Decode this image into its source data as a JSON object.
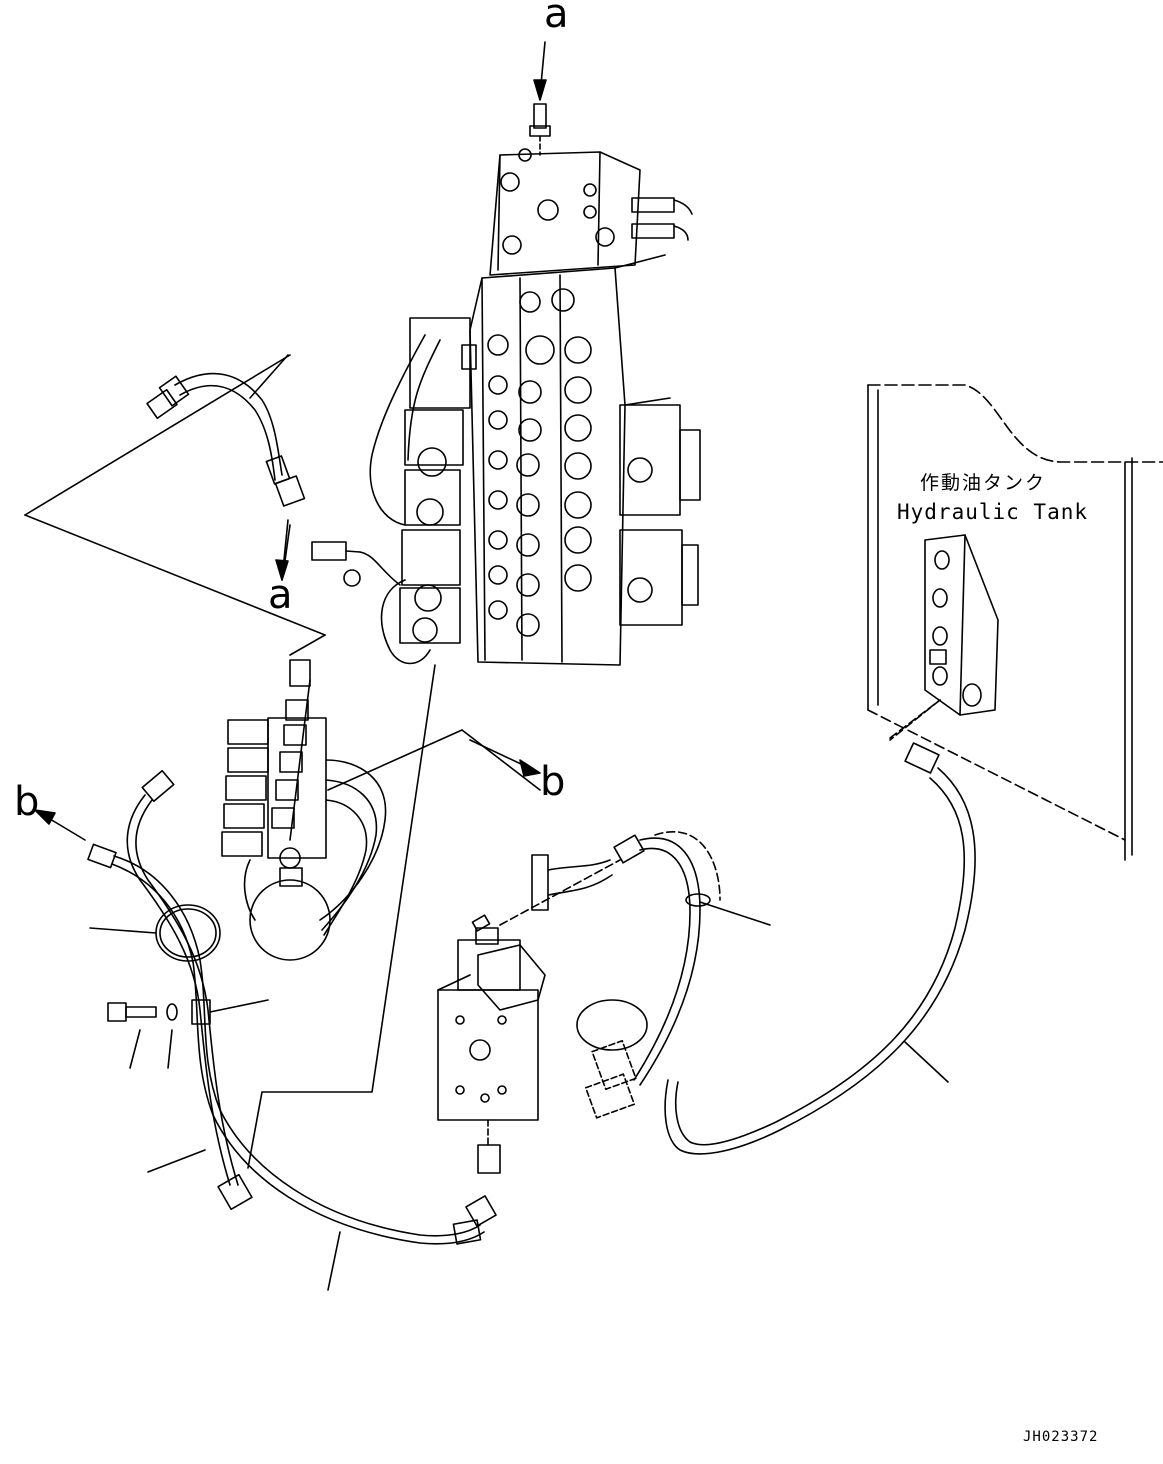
{
  "callouts": {
    "a_top": "a",
    "a_left": "a",
    "b_right": "b",
    "b_left": "b"
  },
  "tank_label": {
    "japanese": "作動油タンク",
    "english": "Hydraulic Tank"
  },
  "drawing_id": "JH023372",
  "colors": {
    "line": "#000000",
    "background": "#ffffff"
  }
}
